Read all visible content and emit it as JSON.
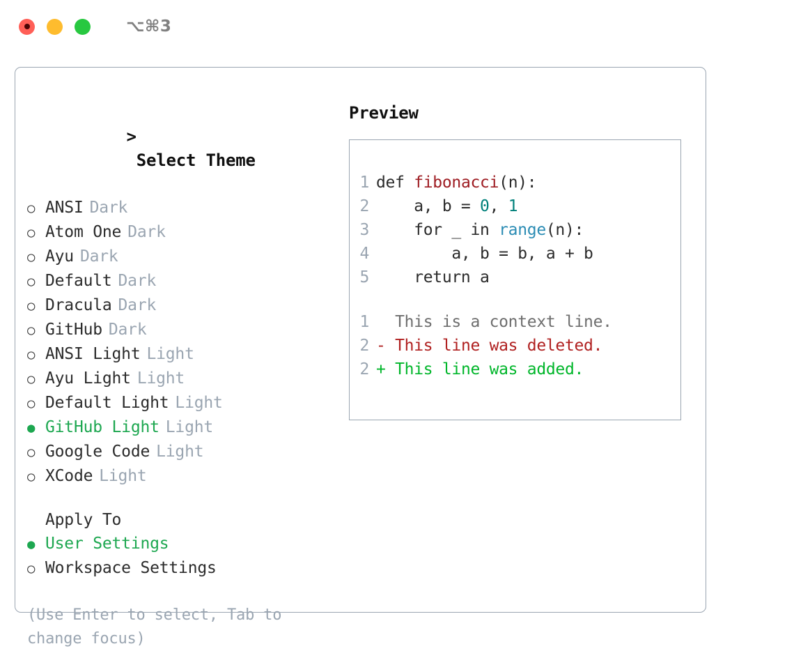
{
  "window": {
    "title": "⌥⌘3",
    "traffic_lights": [
      {
        "name": "close",
        "color": "#ff5f57"
      },
      {
        "name": "minimize",
        "color": "#febc2e"
      },
      {
        "name": "maximize",
        "color": "#28c840"
      }
    ]
  },
  "colors": {
    "accent_green": "#1da750",
    "muted": "#9aa5b1",
    "text": "#2b2b2b",
    "diff_add": "#00b62a",
    "diff_del": "#b02020",
    "syntax_function": "#9e1c22",
    "syntax_number": "#00807a",
    "syntax_call": "#2b8cb4"
  },
  "theme_section": {
    "header_prefix": ">",
    "header": "Select Theme",
    "marker_selected": "●",
    "marker_unselected": "○",
    "items": [
      {
        "label": "ANSI",
        "variant": "Dark",
        "selected": false
      },
      {
        "label": "Atom One",
        "variant": "Dark",
        "selected": false
      },
      {
        "label": "Ayu",
        "variant": "Dark",
        "selected": false
      },
      {
        "label": "Default",
        "variant": "Dark",
        "selected": false
      },
      {
        "label": "Dracula",
        "variant": "Dark",
        "selected": false
      },
      {
        "label": "GitHub",
        "variant": "Dark",
        "selected": false
      },
      {
        "label": "ANSI Light",
        "variant": "Light",
        "selected": false
      },
      {
        "label": "Ayu Light",
        "variant": "Light",
        "selected": false
      },
      {
        "label": "Default Light",
        "variant": "Light",
        "selected": false
      },
      {
        "label": "GitHub Light",
        "variant": "Light",
        "selected": true
      },
      {
        "label": "Google Code",
        "variant": "Light",
        "selected": false
      },
      {
        "label": "XCode",
        "variant": "Light",
        "selected": false
      }
    ]
  },
  "apply_to": {
    "header": "Apply To",
    "items": [
      {
        "label": "User Settings",
        "selected": true
      },
      {
        "label": "Workspace Settings",
        "selected": false
      }
    ]
  },
  "hint": "(Use Enter to select, Tab to change focus)",
  "preview": {
    "header": "Preview",
    "code_lines": [
      {
        "no": "1",
        "segments": [
          {
            "text": "def ",
            "kind": "plain"
          },
          {
            "text": "fibonacci",
            "kind": "fn"
          },
          {
            "text": "(n):",
            "kind": "plain"
          }
        ]
      },
      {
        "no": "2",
        "segments": [
          {
            "text": "    a, b = ",
            "kind": "plain"
          },
          {
            "text": "0",
            "kind": "num"
          },
          {
            "text": ", ",
            "kind": "plain"
          },
          {
            "text": "1",
            "kind": "num"
          }
        ]
      },
      {
        "no": "3",
        "segments": [
          {
            "text": "    for _ in ",
            "kind": "plain"
          },
          {
            "text": "range",
            "kind": "call"
          },
          {
            "text": "(n):",
            "kind": "plain"
          }
        ]
      },
      {
        "no": "4",
        "segments": [
          {
            "text": "        a, b = b, a + b",
            "kind": "plain"
          }
        ]
      },
      {
        "no": "5",
        "segments": [
          {
            "text": "    return a",
            "kind": "plain"
          }
        ]
      }
    ],
    "diff_lines": [
      {
        "no": "1",
        "sign": " ",
        "text": " This is a context line.",
        "kind": "ctx"
      },
      {
        "no": "2",
        "sign": "-",
        "text": " This line was deleted.",
        "kind": "del"
      },
      {
        "no": "2",
        "sign": "+",
        "text": " This line was added.",
        "kind": "add"
      }
    ]
  }
}
